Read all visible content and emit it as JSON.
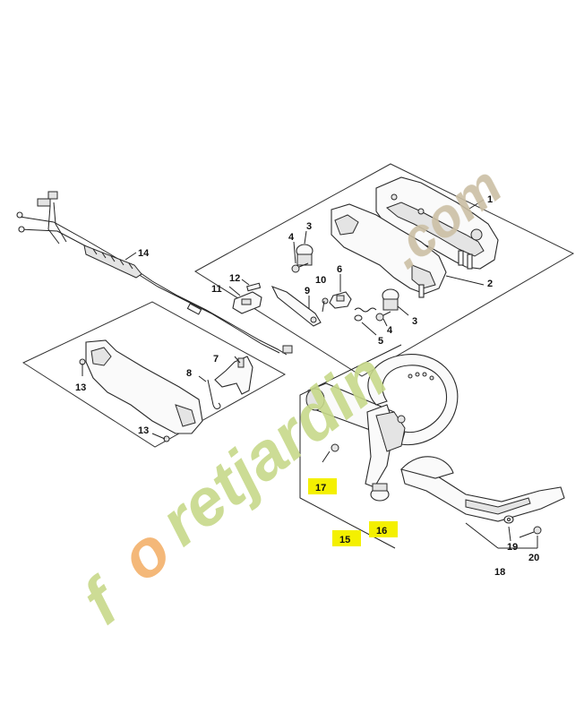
{
  "diagram": {
    "labels": {
      "l1": "1",
      "l2": "2",
      "l3a": "3",
      "l3b": "3",
      "l4a": "4",
      "l4b": "4",
      "l5": "5",
      "l6": "6",
      "l7": "7",
      "l8": "8",
      "l9": "9",
      "l10": "10",
      "l11": "11",
      "l12": "12",
      "l13a": "13",
      "l13b": "13",
      "l14": "14",
      "l15": "15",
      "l16": "16",
      "l17": "17",
      "l18": "18",
      "l19": "19",
      "l20": "20"
    },
    "highlight_color": "#f4f000",
    "watermark": {
      "text": "foretjardin.com",
      "colors": {
        "f": "#c8d98a",
        "o": "#f3b06a",
        "rest": "#c7d98a",
        "dot_com": "#cbbfa4"
      }
    }
  }
}
